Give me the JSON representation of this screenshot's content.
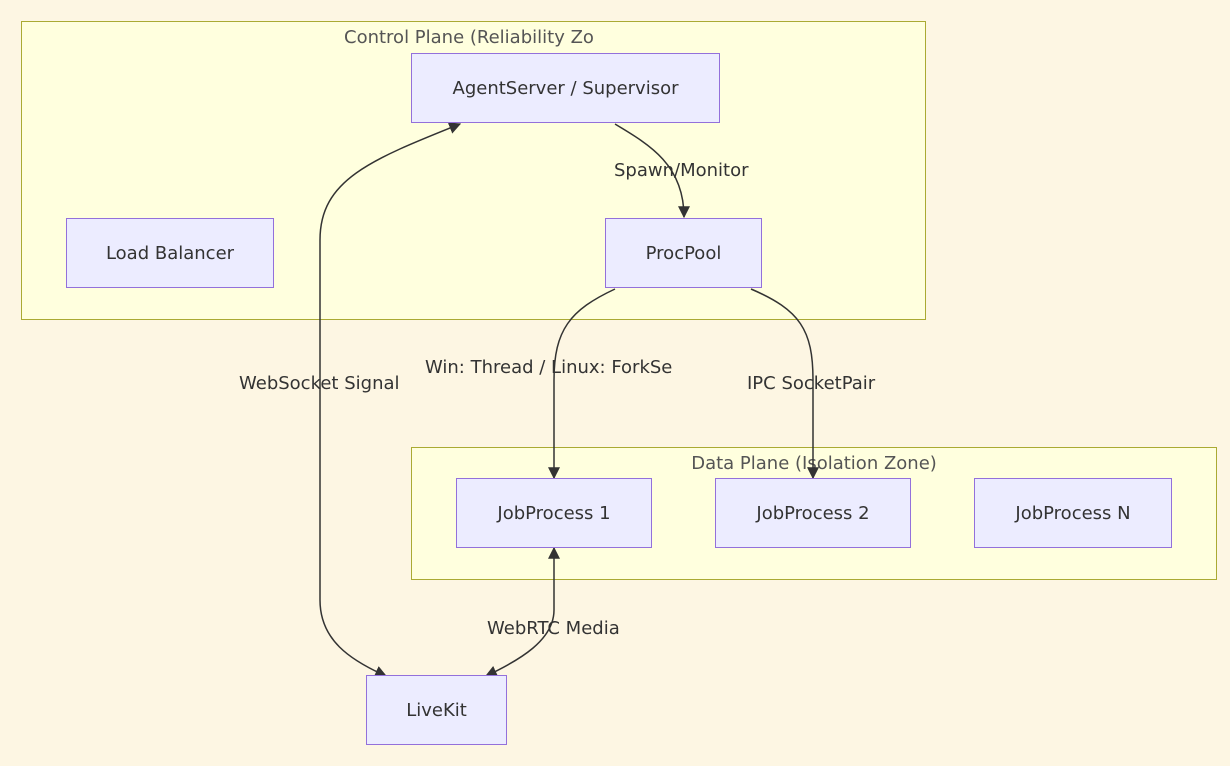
{
  "clusters": {
    "control_plane": {
      "title": "Control Plane (Reliability Zo"
    },
    "data_plane": {
      "title": "Data Plane (Isolation Zone)"
    }
  },
  "nodes": {
    "agent_server": "AgentServer / Supervisor",
    "load_balancer": "Load Balancer",
    "proc_pool": "ProcPool",
    "job_process_1": "JobProcess 1",
    "job_process_2": "JobProcess 2",
    "job_process_n": "JobProcess N",
    "livekit": "LiveKit"
  },
  "edges": {
    "spawn_monitor": "Spawn/Monitor",
    "win_thread": "Win: Thread / Linux: ForkSe",
    "ipc_socketpair": "IPC SocketPair",
    "websocket_signal": "WebSocket Signal",
    "webrtc_media": "WebRTC Media"
  },
  "colors": {
    "background": "#fdf6e3",
    "cluster_fill": "#ffffde",
    "cluster_border": "#aaaa33",
    "node_fill": "#ececff",
    "node_border": "#9370db",
    "edge": "#333333"
  }
}
